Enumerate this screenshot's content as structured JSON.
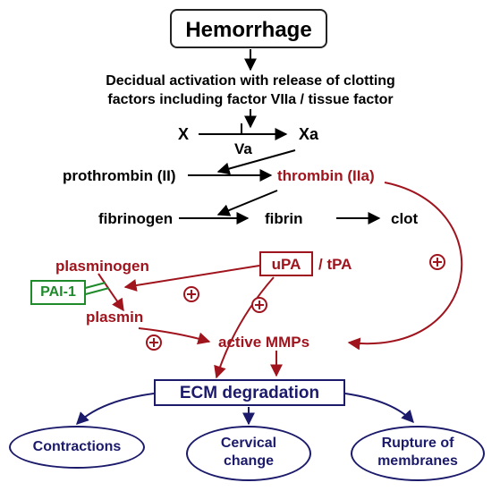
{
  "title": "Hemorrhage",
  "decidual": {
    "line1": "Decidual activation with release of clotting",
    "line2": "factors including factor VIIa / tissue factor"
  },
  "cascade": {
    "x": "X",
    "xa": "Xa",
    "va": "Va",
    "prothrombin": "prothrombin (II)",
    "thrombin": "thrombin (IIa)",
    "fibrinogen": "fibrinogen",
    "fibrin": "fibrin",
    "clot": "clot"
  },
  "fibrinolysis": {
    "plasminogen": "plasminogen",
    "pai1": "PAI-1",
    "plasmin": "plasmin",
    "upa": "uPA",
    "tpa": "/ tPA",
    "active_mmps": "active MMPs",
    "plus": "+"
  },
  "ecm": "ECM degradation",
  "outcomes": {
    "contractions": "Contractions",
    "cervical_1": "Cervical",
    "cervical_2": "change",
    "rupture_1": "Rupture of",
    "rupture_2": "membranes"
  },
  "colors": {
    "black": "#000000",
    "red": "#a0141e",
    "green": "#1e8a2a",
    "navy": "#1b1a6b"
  }
}
